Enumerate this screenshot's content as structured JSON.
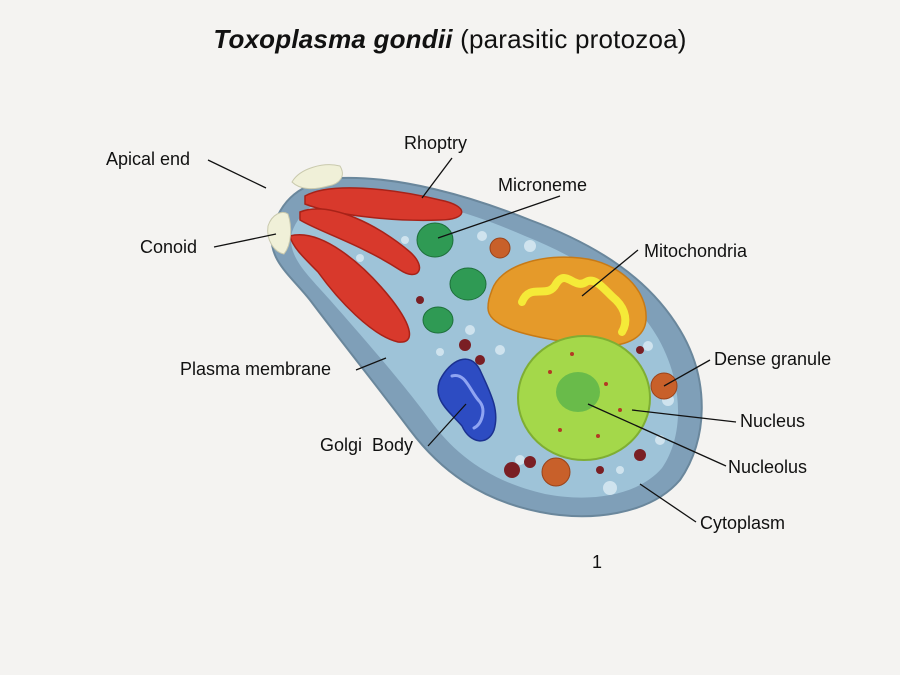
{
  "title": {
    "scientific": "Toxoplasma gondii",
    "common": "(parasitic protozoa)"
  },
  "labels": {
    "apical_end": "Apical end",
    "conoid": "Conoid",
    "rhoptry": "Rhoptry",
    "microneme": "Microneme",
    "mitochondria": "Mitochondria",
    "dense_granule": "Dense granule",
    "nucleus": "Nucleus",
    "nucleolus": "Nucleolus",
    "cytoplasm": "Cytoplasm",
    "plasma_membrane": "Plasma membrane",
    "golgi_body": "Golgi  Body"
  },
  "page_number": "1",
  "colors": {
    "background": "#f4f3f1",
    "membrane": "#7f9fb8",
    "cytoplasm": "#9ec3d8",
    "rhoptry": "#d8392c",
    "microneme": "#2f9a54",
    "mitochondria": "#e59a2a",
    "mitochondria_cristae": "#f5ea38",
    "nucleus": "#a4d84a",
    "nucleolus": "#5fb64a",
    "golgi": "#2d4cc2",
    "dense_granule": "#c8602a",
    "conoid": "#f0f0d8"
  }
}
